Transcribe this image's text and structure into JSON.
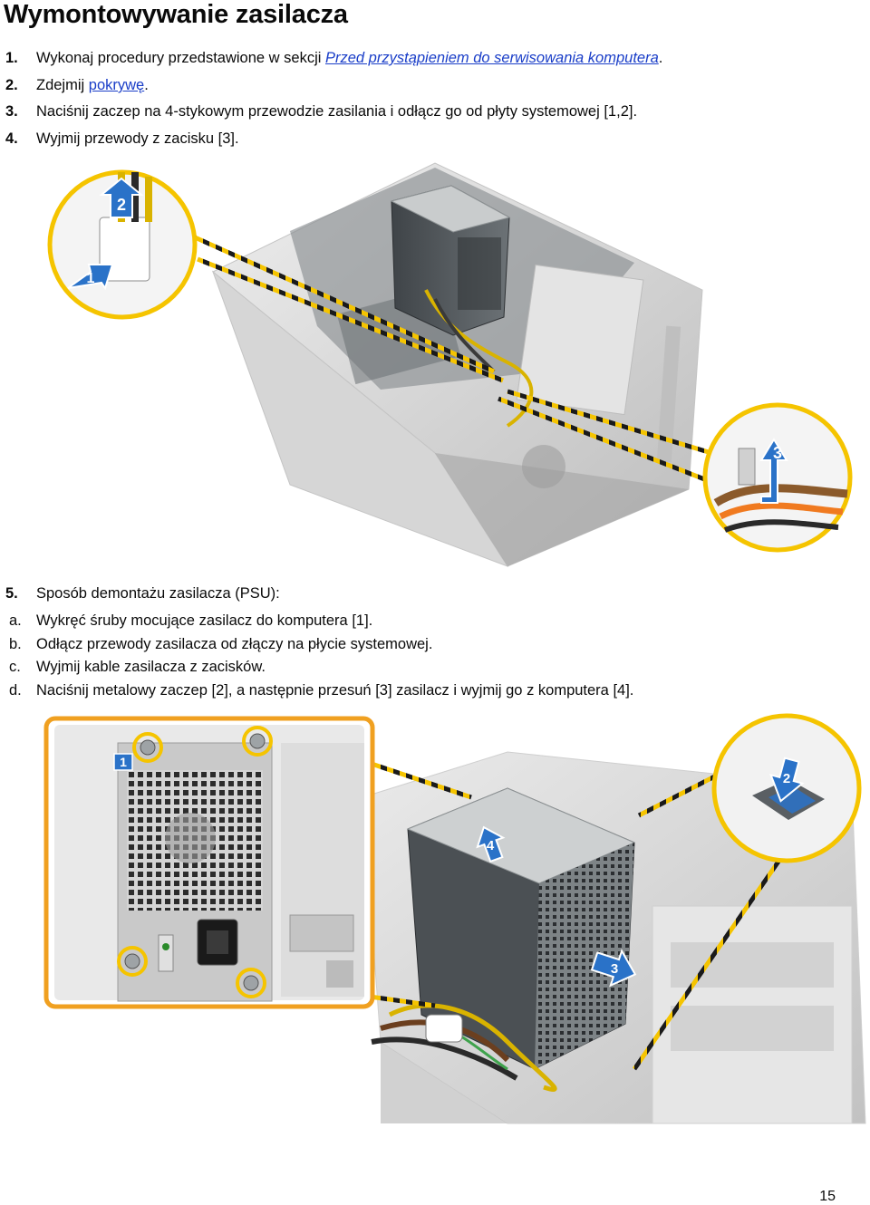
{
  "heading": "Wymontowywanie zasilacza",
  "steps": [
    {
      "num": "1.",
      "pre": "Wykonaj procedury przedstawione w sekcji ",
      "link": "Przed przystąpieniem do serwisowania komputera",
      "post": "."
    },
    {
      "num": "2.",
      "pre": "Zdejmij ",
      "link": "pokrywę",
      "post": "."
    },
    {
      "num": "3.",
      "text": "Naciśnij zaczep na 4-stykowym przewodzie zasilania i odłącz go od płyty systemowej [1,2]."
    },
    {
      "num": "4.",
      "text": "Wyjmij przewody z zacisku [3]."
    },
    {
      "num": "5.",
      "text": "Sposób demontażu zasilacza (PSU):"
    }
  ],
  "substeps": [
    {
      "letter": "a.",
      "text": "Wykręć śruby mocujące zasilacz do komputera [1]."
    },
    {
      "letter": "b.",
      "text": "Odłącz przewody zasilacza od złączy na płycie systemowej."
    },
    {
      "letter": "c.",
      "text": "Wyjmij kable zasilacza z zacisków."
    },
    {
      "letter": "d.",
      "text": "Naciśnij metalowy zaczep [2], a następnie przesuń [3] zasilacz i wyjmij go z komputera [4]."
    }
  ],
  "figure1_callouts": [
    "1",
    "2",
    "3"
  ],
  "figure2_callouts": [
    "1",
    "2",
    "3",
    "4"
  ],
  "page_number": "15",
  "colors": {
    "accent": "#f5c400",
    "callout_blue": "#2a72c8",
    "link": "#1a3ec8"
  }
}
